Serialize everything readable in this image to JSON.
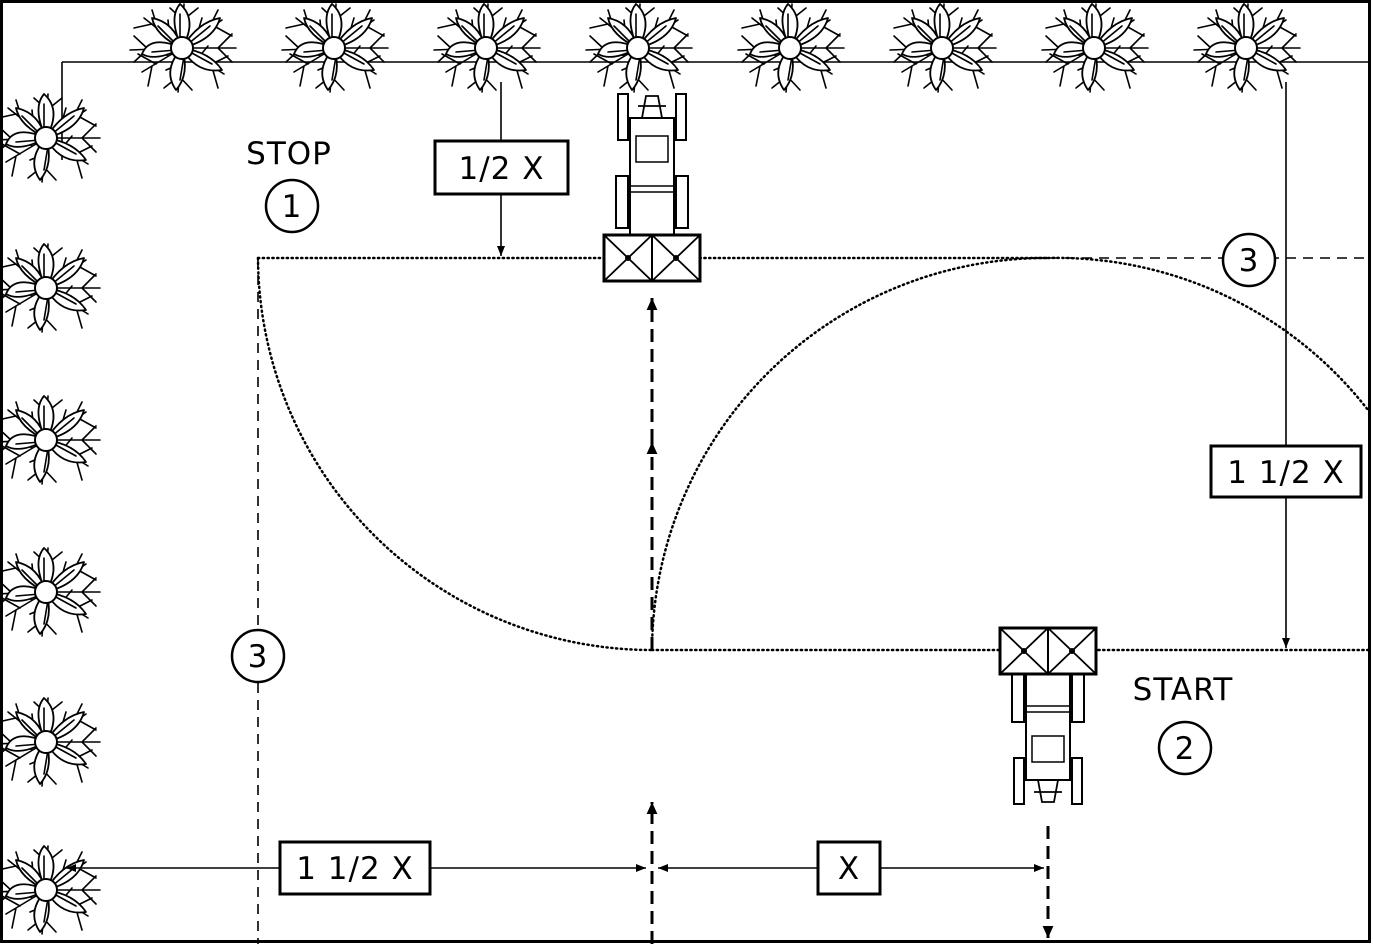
{
  "labels": {
    "stop": "STOP",
    "start": "START",
    "circle_1": "1",
    "circle_2": "2",
    "circle_3_top": "3",
    "circle_3_left": "3"
  },
  "dimensions": {
    "half_x": "1/2 X",
    "one_half_x_right": "1 1/2 X",
    "one_half_x_bottom": "1 1/2 X",
    "x": "X"
  },
  "icons": [
    "hedge-tree-icon",
    "tractor-icon",
    "mower-implement-icon",
    "arrow-icon"
  ]
}
